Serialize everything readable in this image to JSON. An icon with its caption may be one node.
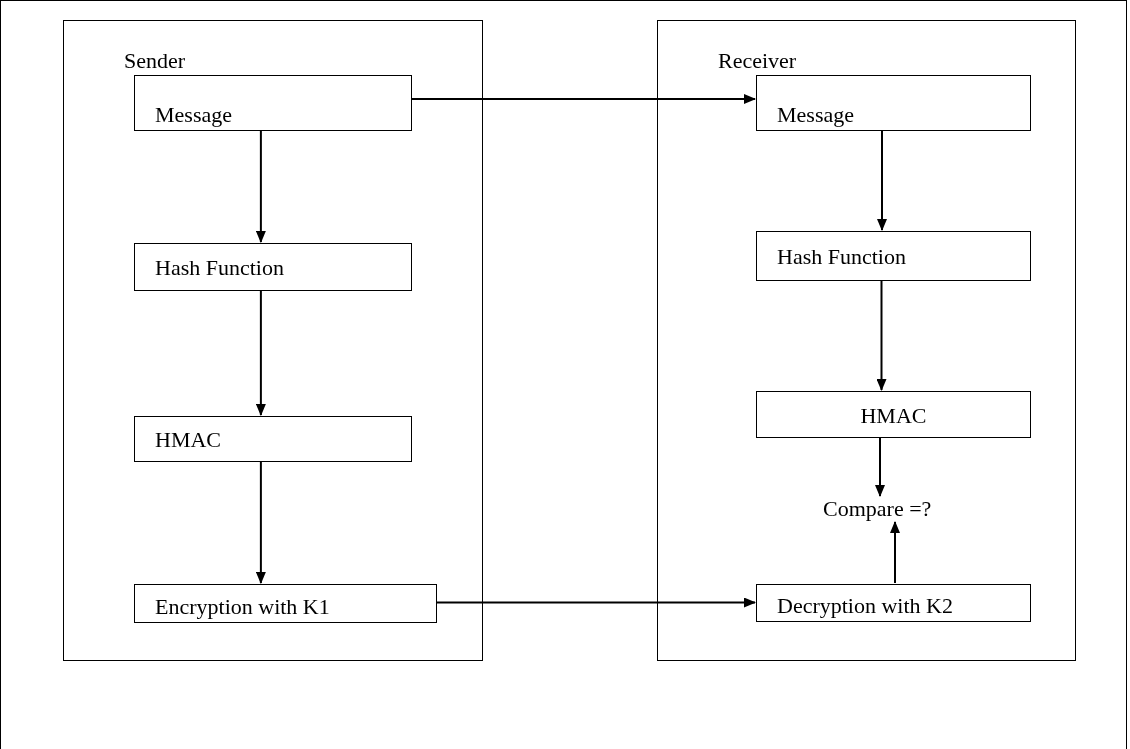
{
  "diagram": {
    "nodes": [
      {
        "text": [
          "Sender"
        ]
      },
      {
        "text": [
          "Message"
        ],
        "in": 0
      },
      {
        "text": [
          "Hash Function"
        ],
        "in": 0
      },
      {
        "text": [
          "HMAC"
        ],
        "in": 0
      },
      {
        "text": [
          "Encryption with K1"
        ],
        "in": 0
      },
      {
        "text": [
          "Receiver"
        ]
      },
      {
        "text": [
          "Message"
        ],
        "in": 5
      },
      {
        "text": [
          "Hash Function"
        ],
        "in": 5
      },
      {
        "text": [
          "HMAC"
        ],
        "in": 5
      },
      {
        "text": [
          "Compare =?"
        ],
        "in": 5
      },
      {
        "text": [
          "Decryption with K2"
        ],
        "in": 5
      }
    ],
    "edges": [
      {
        "from": 1,
        "to": 6,
        "arrow": "to"
      },
      {
        "from": 1,
        "to": 2,
        "arrow": "to"
      },
      {
        "from": 2,
        "to": 3,
        "arrow": "to"
      },
      {
        "from": 3,
        "to": 4,
        "arrow": "to"
      },
      {
        "from": 4,
        "to": 10,
        "arrow": "to"
      },
      {
        "from": 6,
        "to": 7,
        "arrow": "to"
      },
      {
        "from": 7,
        "to": 8,
        "arrow": "to"
      },
      {
        "from": 8,
        "to": 9,
        "arrow": "to"
      },
      {
        "from": 10,
        "to": 9,
        "arrow": "to"
      }
    ]
  }
}
